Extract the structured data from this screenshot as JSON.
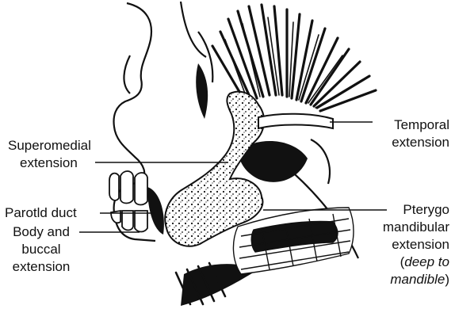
{
  "labels": {
    "temporal_line1": "Temporal",
    "temporal_line2": "extension",
    "superomedial_line1": "Superomedial",
    "superomedial_line2": "extension",
    "parotid_duct": "Parotld duct",
    "body_line1": "Body and",
    "body_line2": "buccal",
    "body_line3": "extension",
    "pterygo_line1": "Pterygo",
    "pterygo_line2": "mandibular",
    "pterygo_line3": "extension",
    "pterygo_line4_open": "(",
    "pterygo_line4_italic": "deep to",
    "pterygo_line5_italic": "mandible",
    "pterygo_line5_close": ")"
  },
  "colors": {
    "ink": "#111111",
    "paper": "#ffffff"
  }
}
